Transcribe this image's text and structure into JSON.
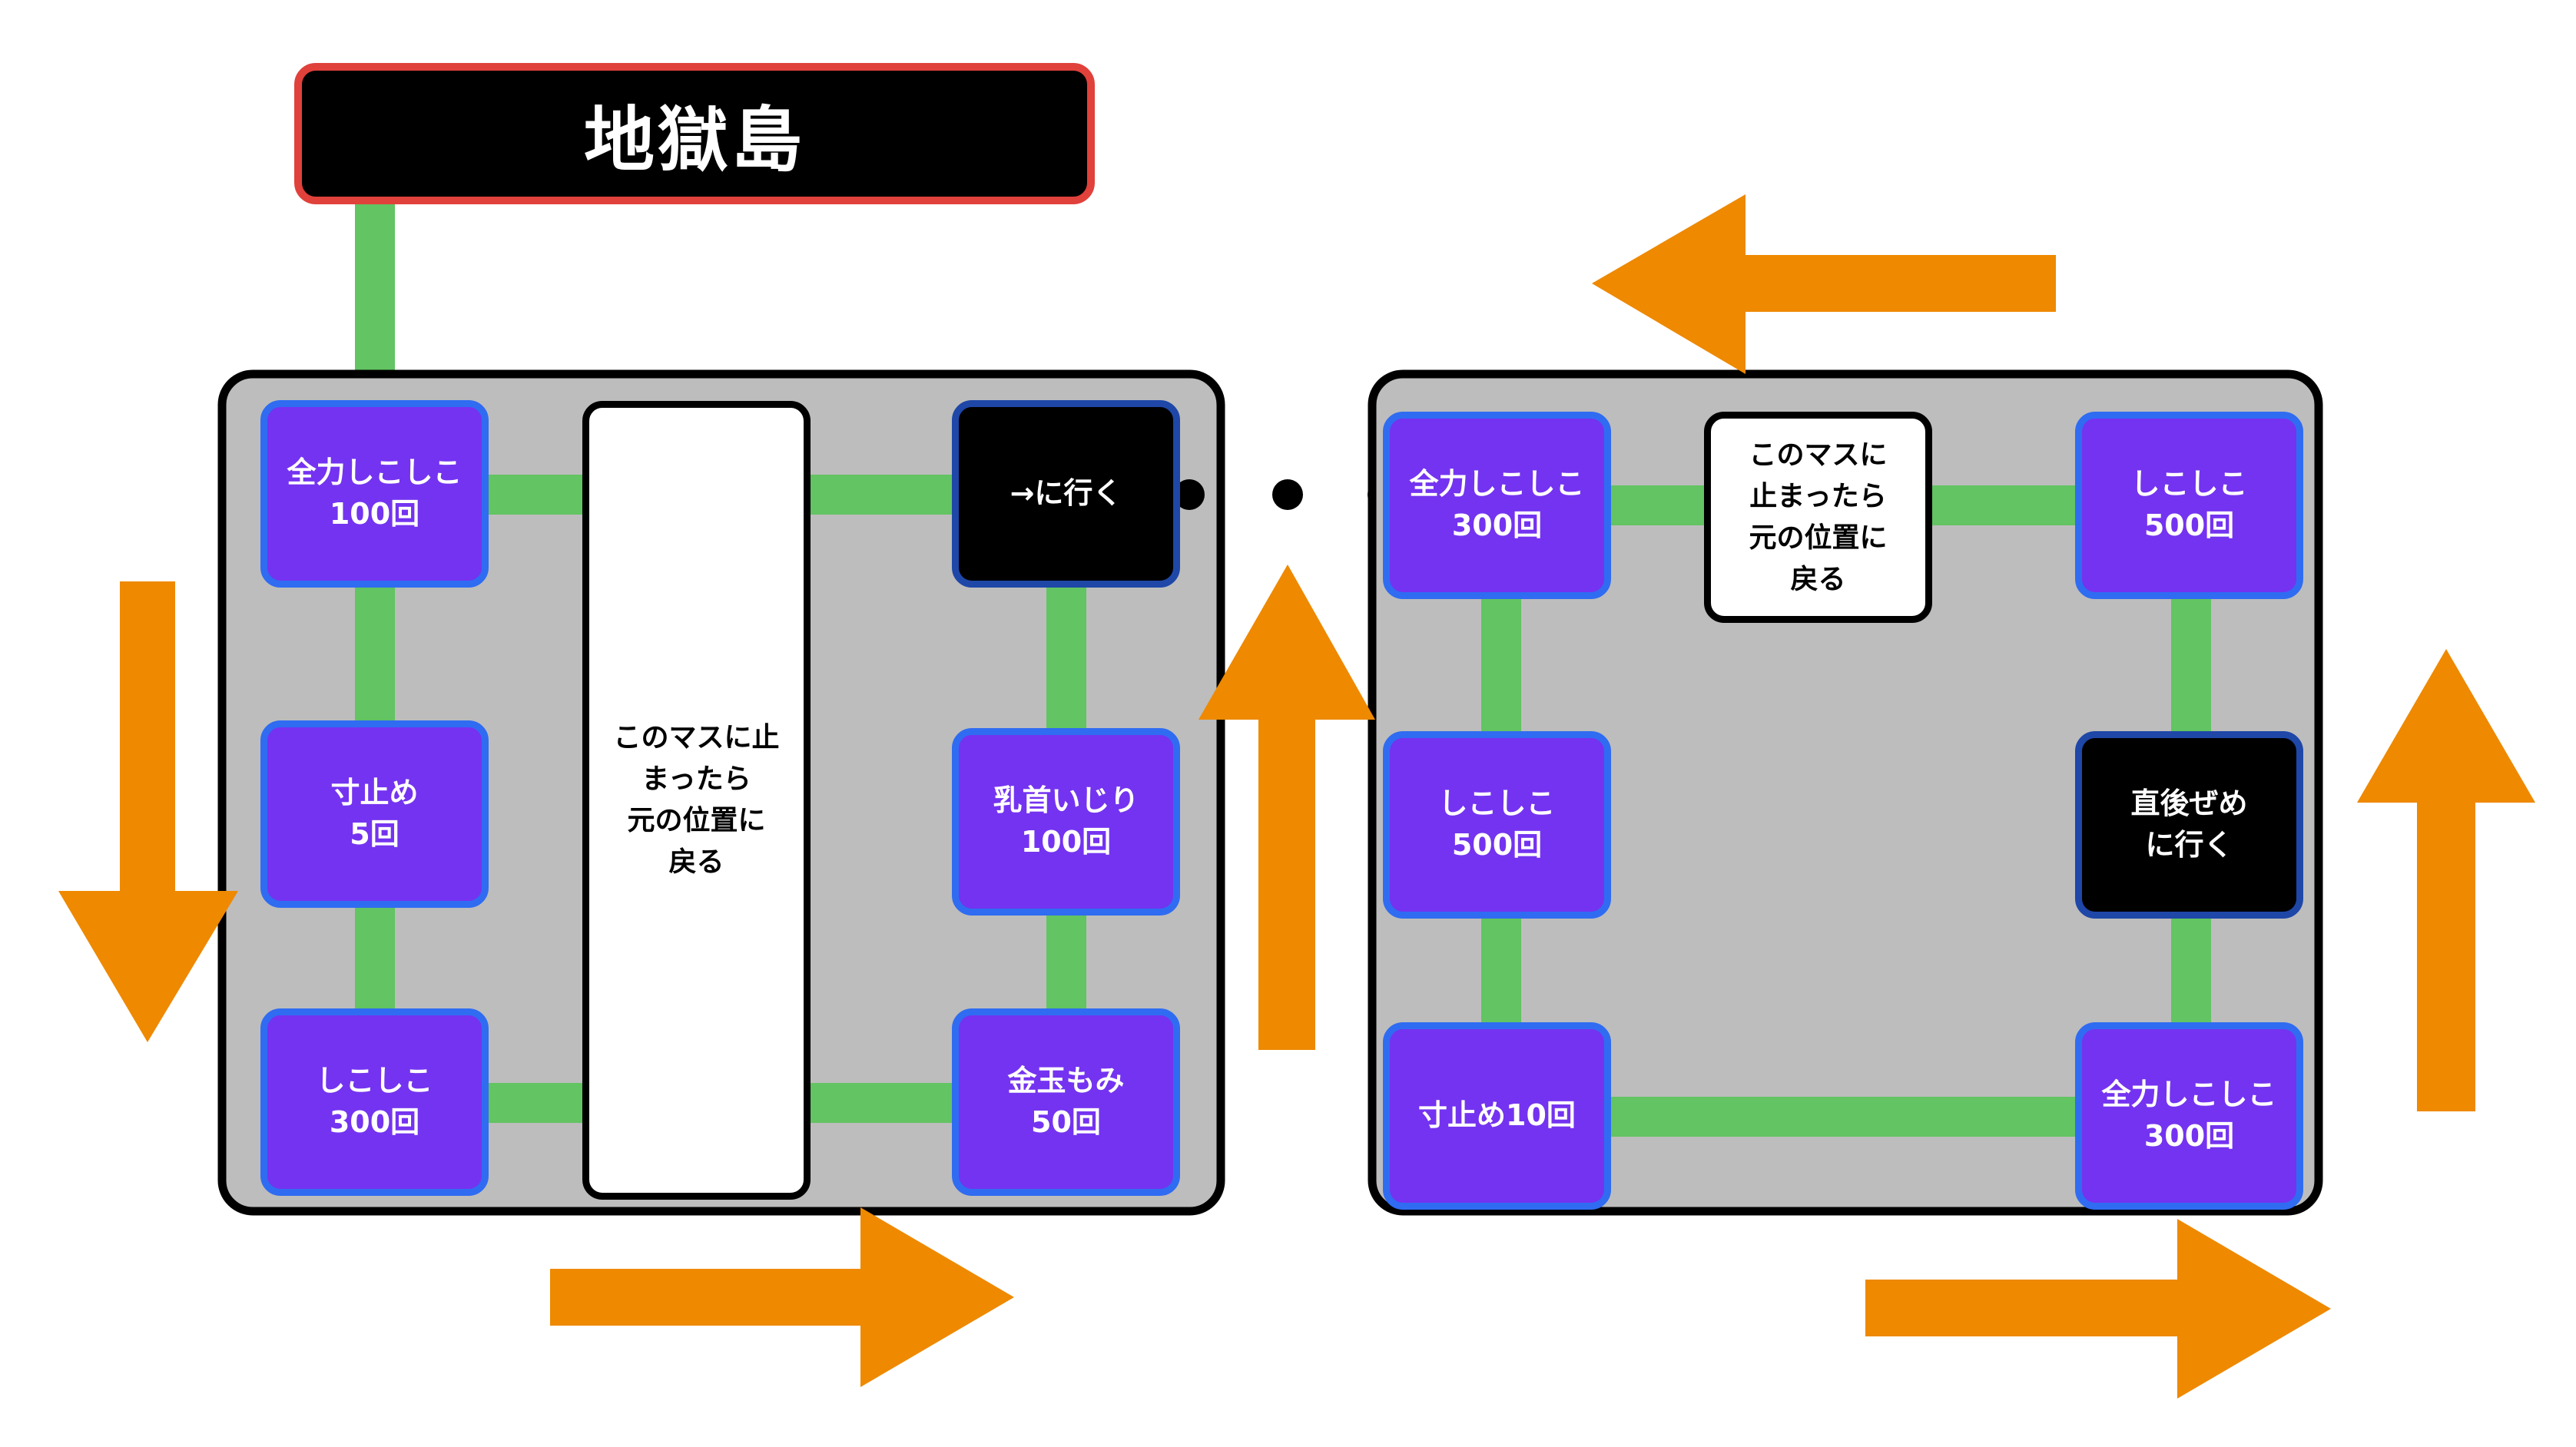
{
  "title": "地獄島",
  "colors": {
    "board_fill": "#bdbdbd",
    "board_border": "#000000",
    "path_green": "#62c462",
    "arrow_orange": "#ee8900",
    "tile_purple": "#7433f0",
    "tile_purple_border": "#2f6cf2",
    "tile_black": "#000000",
    "tile_black_border": "#1e47a8",
    "title_border": "#e0413b"
  },
  "left_board": {
    "tiles": {
      "top_left": "全力しこしこ\n100回",
      "mid_left": "寸止め\n5回",
      "bottom_left": "しこしこ\n300回",
      "center": "このマスに止\nまったら\n元の位置に\n戻る",
      "top_right": "→に行く",
      "mid_right": "乳首いじり\n100回",
      "bottom_right": "金玉もみ\n50回"
    }
  },
  "right_board": {
    "tiles": {
      "top_left": "全力しこしこ\n300回",
      "top_center": "このマスに\n止まったら\n元の位置に\n戻る",
      "top_right": "しこしこ\n500回",
      "mid_left": "しこしこ\n500回",
      "mid_right": "直後ぜめ\nに行く",
      "bottom_left": "寸止め10回",
      "bottom_right": "全力しこしこ\n300回"
    }
  },
  "arrows": [
    {
      "name": "arrow-left-down",
      "direction": "down"
    },
    {
      "name": "arrow-left-bottom-right",
      "direction": "right"
    },
    {
      "name": "arrow-middle-up",
      "direction": "up"
    },
    {
      "name": "arrow-right-top-left",
      "direction": "left"
    },
    {
      "name": "arrow-right-up",
      "direction": "up"
    },
    {
      "name": "arrow-right-bottom-right",
      "direction": "right"
    }
  ]
}
